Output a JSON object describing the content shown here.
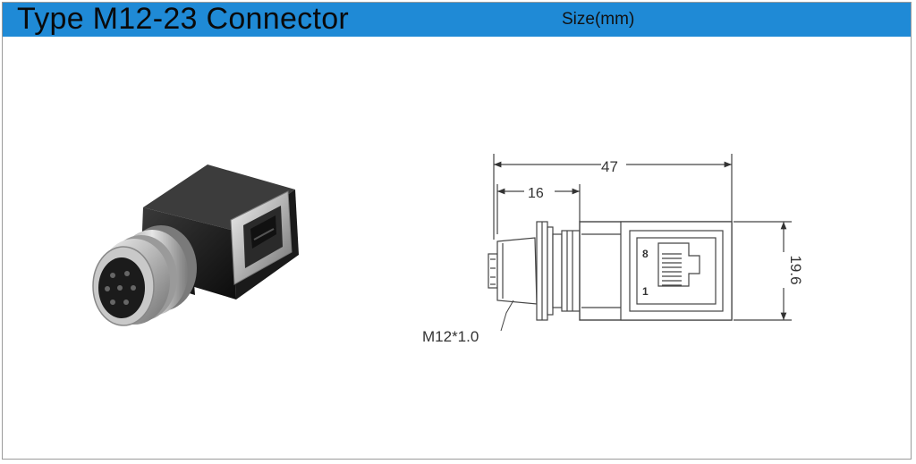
{
  "header": {
    "title": "Type M12-23 Connector",
    "size_label": "Size(mm)",
    "color": "#1f8ad6"
  },
  "photo": {
    "icon": "m12-rj45-right-angle-connector-photo"
  },
  "drawing": {
    "overall_length": "47",
    "m12_length": "16",
    "height": "19.6",
    "thread": "M12*1.0",
    "pin_high": "8",
    "pin_low": "1"
  }
}
